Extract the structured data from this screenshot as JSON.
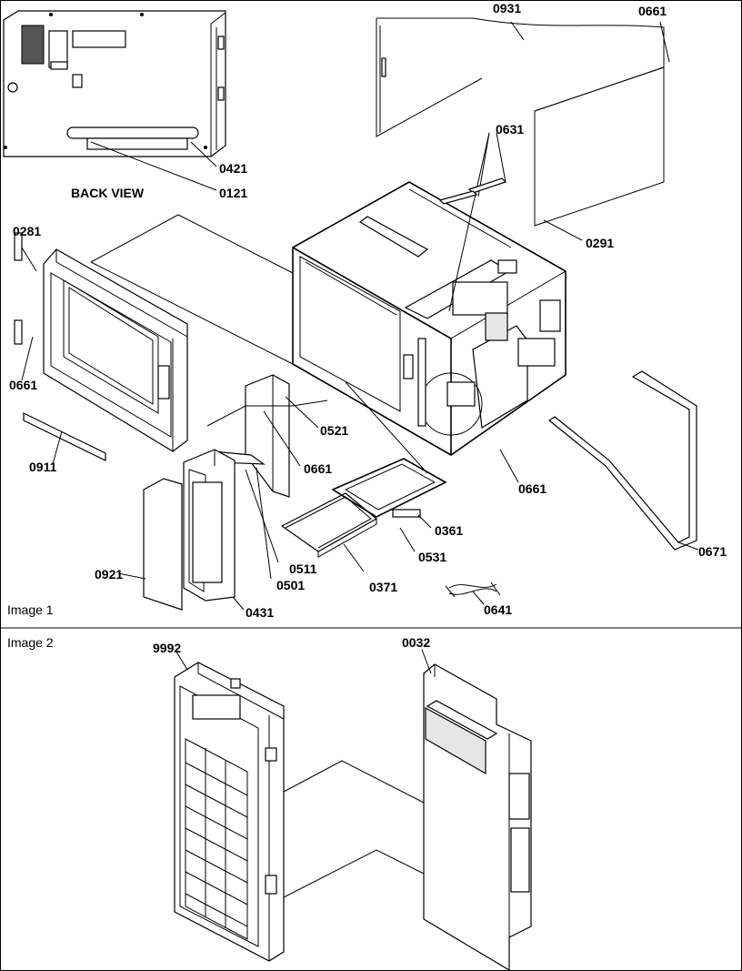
{
  "panels": [
    {
      "label": "Image 1"
    },
    {
      "label": "Image 2"
    }
  ],
  "back_view": {
    "label": "BACK VIEW"
  },
  "parts": {
    "p0931": "0931",
    "p0661_top": "0661",
    "p0631": "0631",
    "p0421": "0421",
    "p0121": "0121",
    "p0281": "0281",
    "p0291": "0291",
    "p0661_left": "0661",
    "p0521": "0521",
    "p0911": "0911",
    "p0661_mid": "0661",
    "p0661_right": "0661",
    "p0361": "0361",
    "p0531": "0531",
    "p0671": "0671",
    "p0511": "0511",
    "p0501": "0501",
    "p0921": "0921",
    "p0371": "0371",
    "p0641": "0641",
    "p0431": "0431",
    "p9992": "9992",
    "p0032": "0032"
  }
}
